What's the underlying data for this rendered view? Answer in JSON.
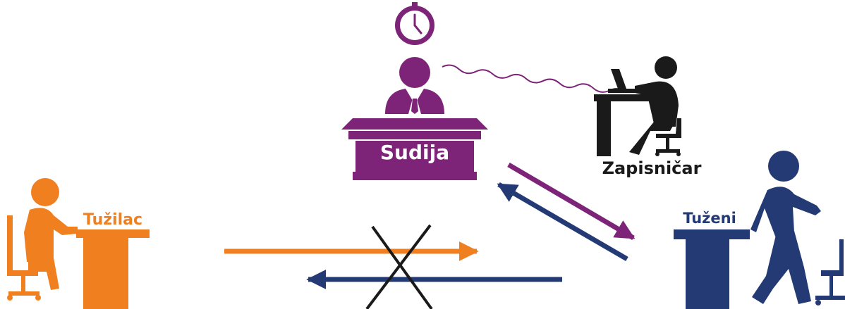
{
  "labels": {
    "judge": "Sudija",
    "clerk": "Zapisničar",
    "plaintiff": "Tužilac",
    "defendant": "Tuženi"
  },
  "colors": {
    "judge": "#7d2479",
    "plaintiff": "#ef7f1f",
    "defendant": "#233a75",
    "clerk": "#1a1a1a",
    "cross": "#1a1a1a",
    "label_on_dark": "#ffffff"
  },
  "icons": [
    "clock-icon",
    "judge-person-icon",
    "clerk-typing-icon",
    "plaintiff-seated-icon",
    "defendant-walking-icon",
    "crossed-out-icon"
  ]
}
